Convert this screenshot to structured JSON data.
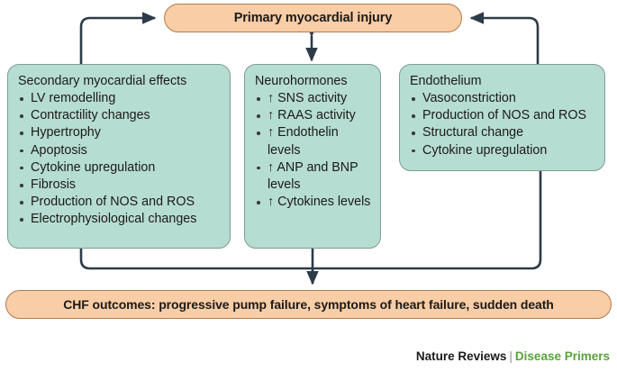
{
  "diagram": {
    "primary": {
      "label": "Primary myocardial injury",
      "color": "#f9cda6"
    },
    "outcomes": {
      "label": "CHF outcomes: progressive pump failure, symptoms of heart failure, sudden death",
      "color": "#f9cda6"
    },
    "boxes": [
      {
        "id": "secondary",
        "heading": "Secondary myocardial effects",
        "color": "#b6ddd2",
        "items": [
          "LV remodelling",
          "Contractility changes",
          "Hypertrophy",
          "Apoptosis",
          "Cytokine upregulation",
          "Fibrosis",
          "Production of NOS and ROS",
          "Electrophysiological changes"
        ]
      },
      {
        "id": "neurohormones",
        "heading": "Neurohormones",
        "color": "#b6ddd2",
        "items": [
          "↑ SNS activity",
          "↑ RAAS activity",
          "↑ Endothelin levels",
          "↑ ANP and BNP levels",
          "↑ Cytokines levels"
        ]
      },
      {
        "id": "endothelium",
        "heading": "Endothelium",
        "color": "#b6ddd2",
        "items": [
          "Vasoconstriction",
          "Production of NOS and ROS",
          "Structural change",
          "Cytokine upregulation"
        ]
      }
    ],
    "connectors": {
      "stroke": "#2c3b47",
      "edges": [
        {
          "name": "primary-to-secondary",
          "type": "bidirectional-elbow-left"
        },
        {
          "name": "primary-to-neurohormones",
          "type": "bidirectional-vertical"
        },
        {
          "name": "primary-to-endothelium",
          "type": "bidirectional-elbow-right"
        },
        {
          "name": "boxes-to-outcomes",
          "type": "merge-bus-down-arrow"
        }
      ]
    }
  },
  "footer": {
    "journal": "Nature Reviews",
    "separator": "|",
    "series": "Disease Primers",
    "series_color": "#5aa23a"
  }
}
